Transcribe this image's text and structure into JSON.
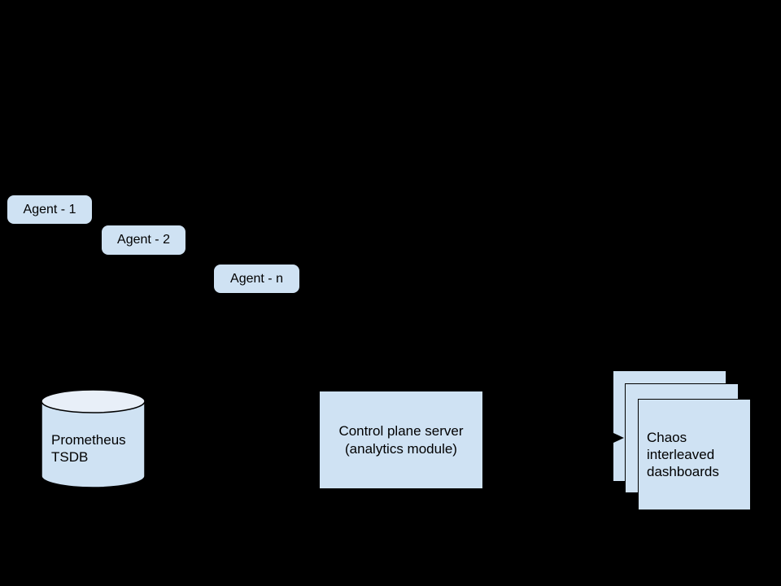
{
  "colors": {
    "background": "#000000",
    "node_fill": "#cfe2f3",
    "cylinder_top_fill": "#e8eff8",
    "stroke": "#000000",
    "text": "#000000"
  },
  "diagram": {
    "agents": [
      {
        "label": "Agent - 1"
      },
      {
        "label": "Agent - 2"
      },
      {
        "label": "Agent - n"
      }
    ],
    "tsdb": {
      "line1": "Prometheus",
      "line2": "TSDB"
    },
    "control_plane": {
      "line1": "Control plane server",
      "line2": "(analytics module)"
    },
    "dashboards": {
      "line1": "Chaos",
      "line2": "interleaved",
      "line3": "dashboards"
    }
  }
}
